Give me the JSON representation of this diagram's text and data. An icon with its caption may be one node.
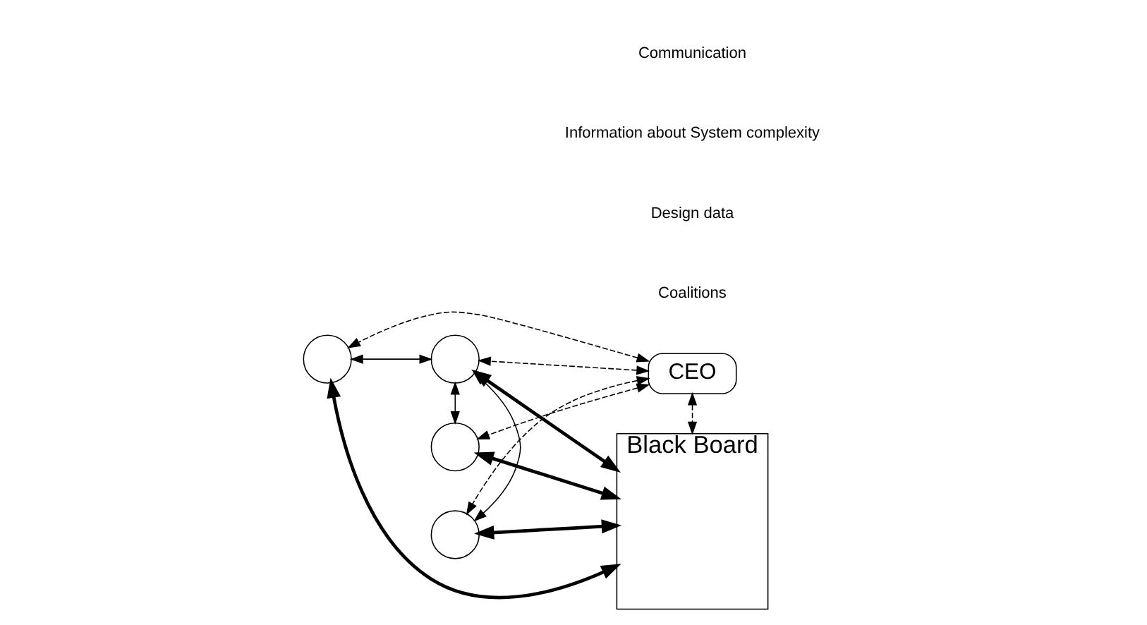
{
  "diagram": {
    "nodes": [
      {
        "text": [
          "CEO"
        ]
      },
      {
        "text": [
          "Black Board"
        ]
      },
      {
        "text": [],
        "shape": "circle"
      },
      {
        "text": [],
        "shape": "circle"
      },
      {
        "text": [],
        "shape": "circle"
      },
      {
        "text": [],
        "shape": "circle"
      }
    ],
    "edges": [
      {
        "from": 0,
        "to": 1,
        "arrow": "both",
        "style": "dashed"
      },
      {
        "from": 0,
        "to": 2,
        "arrow": "both",
        "style": "dashed"
      },
      {
        "from": 0,
        "to": 3,
        "arrow": "both",
        "style": "dashed"
      },
      {
        "from": 0,
        "to": 4,
        "arrow": "both",
        "style": "dashed"
      },
      {
        "from": 0,
        "to": 5,
        "arrow": "both",
        "style": "dashed"
      },
      {
        "from": 4,
        "to": 2,
        "arrow": "both"
      },
      {
        "from": 4,
        "to": 5,
        "arrow": "both"
      },
      {
        "from": 4,
        "to": 3,
        "arrow": "both"
      },
      {
        "from": 1,
        "to": 2,
        "arrow": "both",
        "style": "thick"
      },
      {
        "from": 1,
        "to": 4,
        "arrow": "both",
        "style": "thick"
      },
      {
        "from": 1,
        "to": 3,
        "arrow": "both",
        "style": "thick"
      },
      {
        "from": 1,
        "to": 5,
        "arrow": "both",
        "style": "thick"
      }
    ],
    "legend": [
      {
        "text": "Communication"
      },
      {
        "text": "Information about System complexity"
      },
      {
        "text": "Design data"
      },
      {
        "text": "Coalitions"
      }
    ]
  }
}
